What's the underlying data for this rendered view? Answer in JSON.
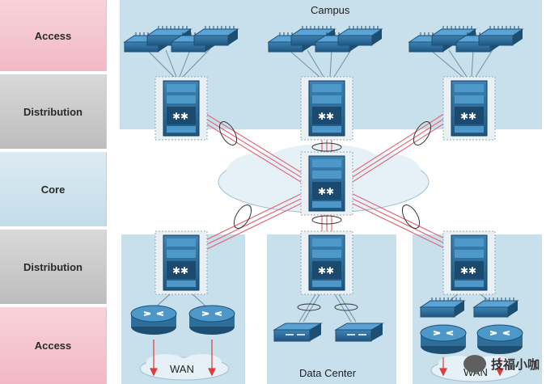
{
  "tiers": [
    "Access",
    "Distribution",
    "Core",
    "Distribution",
    "Access"
  ],
  "labels": {
    "campus": "Campus",
    "wan_left": "WAN",
    "data_center": "Data Center",
    "wan_right": "WAN"
  },
  "watermark": "技福小咖",
  "colors": {
    "device": "#2d6e9b",
    "device_dark": "#1d4f73",
    "link_red": "#e06a7a",
    "campus_bg": "#c8dfec",
    "cloud": "#e6f1f7",
    "tier_pink": "#f1b9c4",
    "tier_gray": "#bdbdbd",
    "tier_blue": "#c3dce9",
    "arrow_red": "#e03a3a"
  }
}
